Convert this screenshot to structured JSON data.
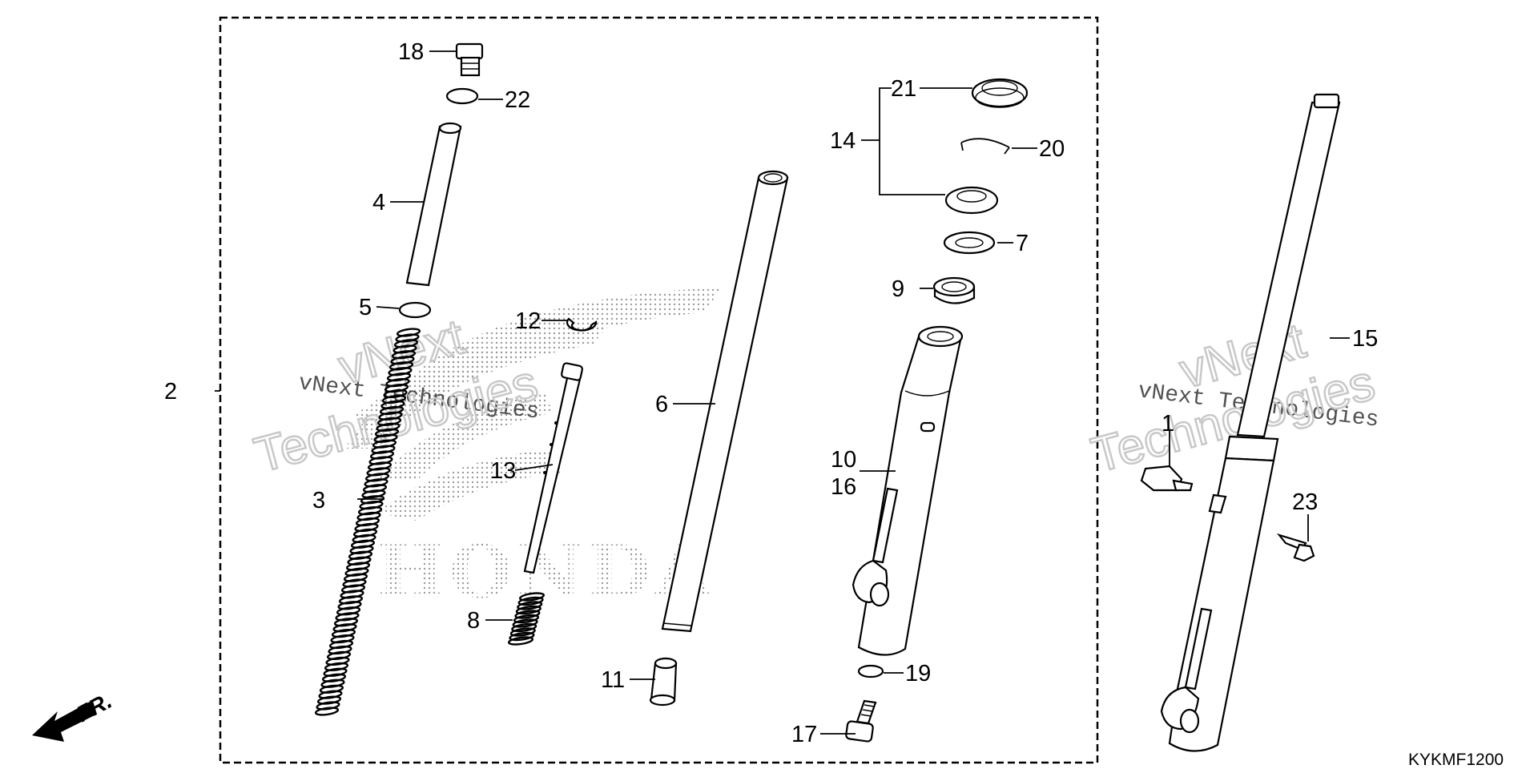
{
  "diagram": {
    "code": "KYKMF1200",
    "direction_label": "FR.",
    "watermark": {
      "line_small": "vNext Technologies",
      "line_top": "vNext",
      "line_big": "Technologies"
    },
    "background_logo_text": "HONDA",
    "callouts": {
      "c1": "1",
      "c2": "2",
      "c3": "3",
      "c4": "4",
      "c5": "5",
      "c6": "6",
      "c7": "7",
      "c8": "8",
      "c9": "9",
      "c10": "10",
      "c11": "11",
      "c12": "12",
      "c13": "13",
      "c14": "14",
      "c15": "15",
      "c16": "16",
      "c17": "17",
      "c18": "18",
      "c19": "19",
      "c20": "20",
      "c21": "21",
      "c22": "22",
      "c23": "23"
    }
  }
}
